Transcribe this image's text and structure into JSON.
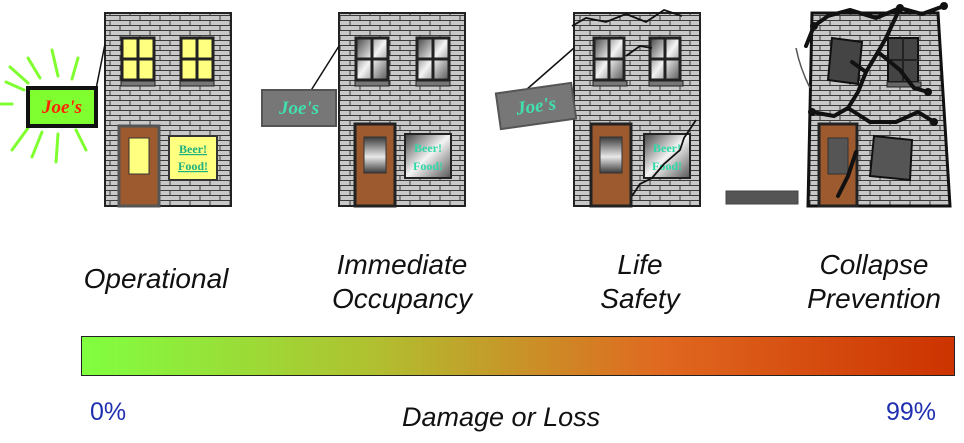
{
  "signs": {
    "name": "Joe's",
    "window_sign_line1": "Beer!",
    "window_sign_line2": "Food!"
  },
  "levels": [
    {
      "line1": "Operational",
      "line2": ""
    },
    {
      "line1": "Immediate",
      "line2": "Occupancy"
    },
    {
      "line1": "Life",
      "line2": "Safety"
    },
    {
      "line1": "Collapse",
      "line2": "Prevention"
    }
  ],
  "scale": {
    "min_label": "0%",
    "max_label": "99%",
    "axis_label": "Damage or Loss",
    "gradient_colors": [
      "#80ff40",
      "#b0c030",
      "#e06820",
      "#cc3300"
    ]
  },
  "colors": {
    "brick": "#c8c8c8",
    "door": "#9c5a2e",
    "lit_window": "#ffff80",
    "sign_text_lit": "#ff2200",
    "sign_text_dark": "#40e0b0",
    "rays": "#80ff30"
  }
}
